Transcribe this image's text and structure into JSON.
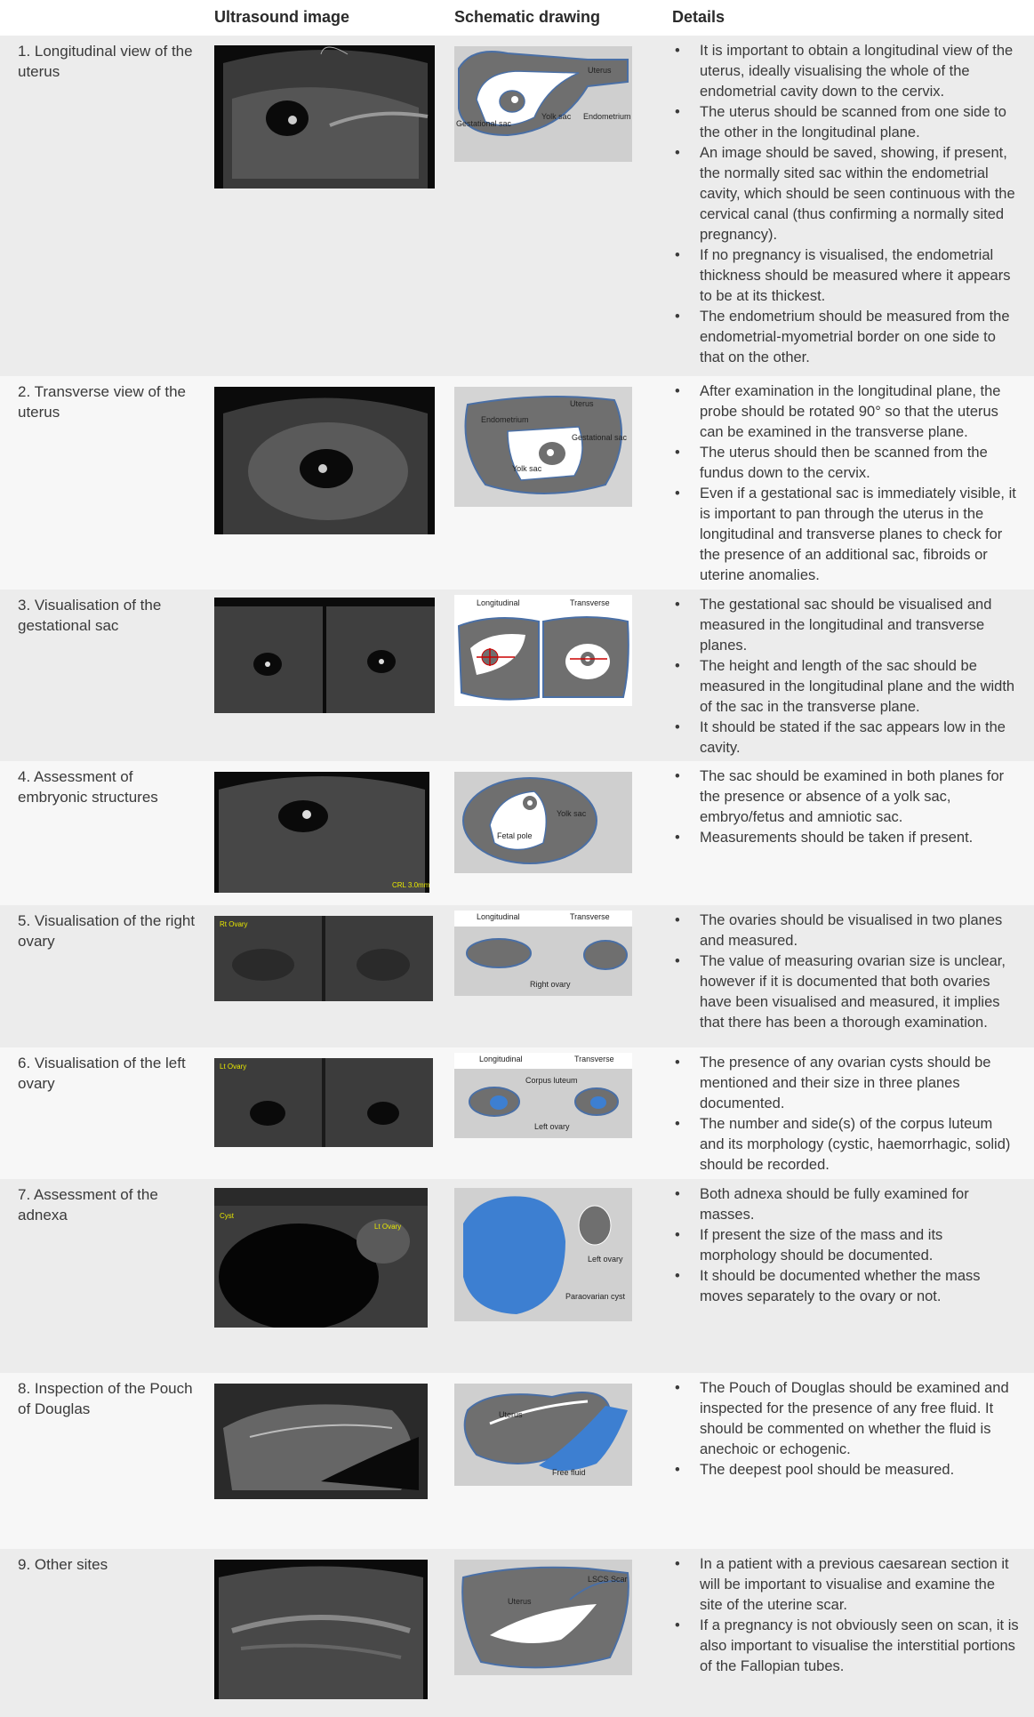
{
  "header": {
    "col_ultrasound": "Ultrasound image",
    "col_schematic": "Schematic drawing",
    "col_details": "Details"
  },
  "rows": [
    {
      "title": "1. Longitudinal view of the uterus",
      "schematic_labels": [
        "Uterus",
        "Gestational sac",
        "Yolk sac",
        "Endometrium"
      ],
      "details": [
        "It is important to obtain a longitudinal view of the uterus, ideally visualising the whole of the endometrial cavity down to the cervix.",
        "The uterus should be scanned from one side to the other in the longitudinal plane.",
        "An image should be saved, showing, if present, the normally sited sac within the endometrial cavity, which should be seen continuous with the cervical canal (thus confirming a normally sited pregnancy).",
        "If no pregnancy is visualised, the endometrial thickness should be measured where it appears to be at its thickest.",
        "The endometrium should be measured from the endometrial-myometrial border on one side to that on the other."
      ]
    },
    {
      "title": "2. Transverse view of the uterus",
      "schematic_labels": [
        "Uterus",
        "Endometrium",
        "Gestational sac",
        "Yolk sac"
      ],
      "details": [
        "After examination in the longitudinal plane, the probe should be rotated 90° so that the uterus can be examined in the transverse plane.",
        "The uterus should then be scanned from the fundus down to the cervix.",
        "Even if a gestational sac is immediately visible, it is important to pan through the uterus in the longitudinal and transverse planes to check for the presence of an additional sac, fibroids or uterine anomalies."
      ]
    },
    {
      "title": "3. Visualisation of the gestational sac",
      "schematic_labels": [
        "Longitudinal",
        "Transverse"
      ],
      "details": [
        "The gestational sac should be visualised and measured in the longitudinal and transverse planes.",
        "The height and length of the sac should be measured in the longitudinal plane and the width of the sac in the transverse plane.",
        "It should be stated if the sac appears low in the cavity."
      ]
    },
    {
      "title": "4. Assessment of embryonic structures",
      "us_labels": [
        "CRL 3.0mm"
      ],
      "schematic_labels": [
        "Yolk sac",
        "Fetal pole"
      ],
      "details": [
        "The sac should be examined in both planes for the presence or absence of a yolk sac, embryo/fetus and amniotic sac.",
        "Measurements should be taken if present."
      ]
    },
    {
      "title": "5. Visualisation of the right ovary",
      "us_labels": [
        "Rt Ovary"
      ],
      "schematic_labels": [
        "Longitudinal",
        "Transverse",
        "Right ovary"
      ],
      "details": [
        "The ovaries should be visualised in two planes and measured.",
        "The value of measuring ovarian size is unclear, however if it is documented that both ovaries have been visualised and measured, it implies that there has been a thorough examination."
      ]
    },
    {
      "title": "6. Visualisation of the left ovary",
      "us_labels": [
        "Lt Ovary"
      ],
      "schematic_labels": [
        "Longitudinal",
        "Transverse",
        "Corpus luteum",
        "Left ovary"
      ],
      "details": [
        "The presence of any ovarian cysts should be mentioned and their size in three planes documented.",
        "The number and side(s) of the corpus luteum and its morphology (cystic, haemorrhagic, solid) should be recorded."
      ]
    },
    {
      "title": "7. Assessment of the adnexa",
      "us_labels": [
        "Cyst",
        "Lt Ovary"
      ],
      "schematic_labels": [
        "Left ovary",
        "Paraovarian cyst"
      ],
      "details": [
        "Both adnexa should be fully examined for masses.",
        "If present the size of the mass and its morphology should be documented.",
        "It should be documented whether the mass moves separately to the ovary or not."
      ]
    },
    {
      "title": "8. Inspection of the Pouch of Douglas",
      "schematic_labels": [
        "Uterus",
        "Free fluid"
      ],
      "details": [
        "The Pouch of Douglas should be examined and inspected for the presence of any free fluid. It should be commented on whether the fluid is anechoic or echogenic.",
        "The deepest pool should be measured."
      ]
    },
    {
      "title": "9. Other sites",
      "schematic_labels": [
        "LSCS Scar",
        "Uterus"
      ],
      "details": [
        "In a patient with a previous caesarean section it will be important to visualise and examine the site of the uterine scar.",
        "If a pregnancy is not obviously seen on scan, it is also important to visualise the interstitial portions of the Fallopian tubes."
      ]
    }
  ],
  "colors": {
    "tissue_grey": "#6f6f6f",
    "outline_blue": "#4a6fa5",
    "fluid_blue": "#3d7fd1",
    "row_shade": "#ececec",
    "row_plain": "#f7f7f7"
  }
}
